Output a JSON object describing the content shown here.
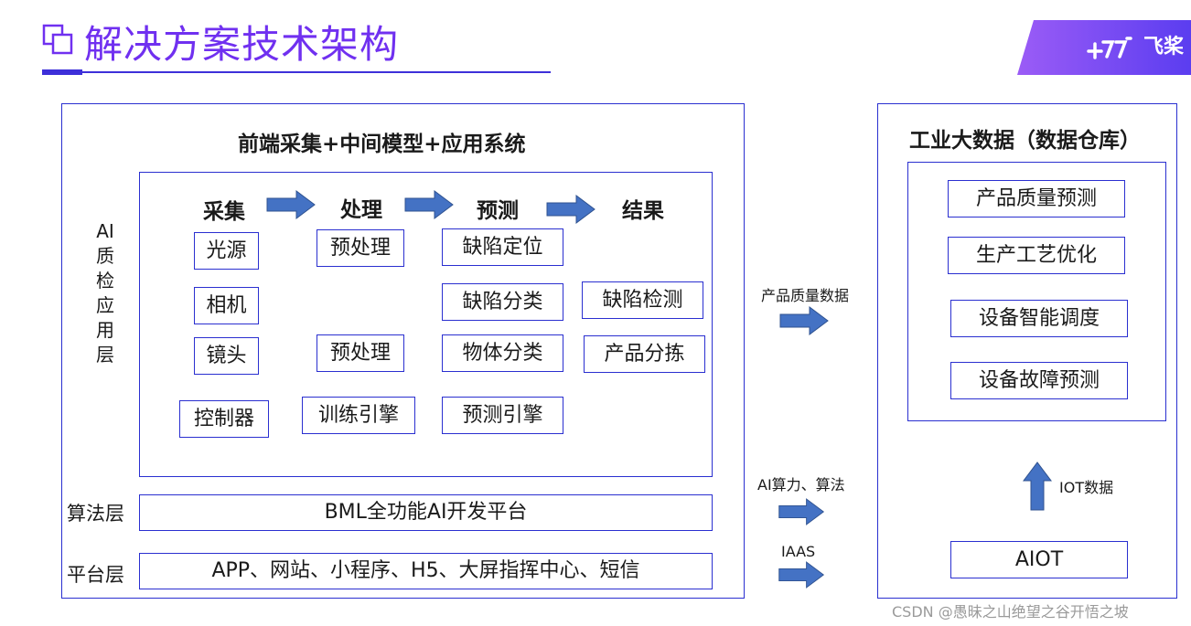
{
  "header": {
    "title": "解决方案技术架构",
    "brand": "飞桨"
  },
  "left_panel": {
    "title": "前端采集+中间模型+应用系统",
    "side_label_chars": [
      "AI",
      "质",
      "检",
      "应",
      "用",
      "层"
    ],
    "stages": [
      "采集",
      "处理",
      "预测",
      "结果"
    ],
    "collect_items": [
      "光源",
      "相机",
      "镜头",
      "控制器"
    ],
    "process_items": [
      "预处理",
      "预处理",
      "训练引擎"
    ],
    "predict_items": [
      "缺陷定位",
      "缺陷分类",
      "物体分类",
      "预测引擎"
    ],
    "result_items": [
      "缺陷检测",
      "产品分拣"
    ],
    "algorithm_layer": {
      "label": "算法层",
      "content": "BML全功能AI开发平台"
    },
    "platform_layer": {
      "label": "平台层",
      "content": "APP、网站、小程序、H5、大屏指挥中心、短信"
    }
  },
  "connectors": {
    "top": "产品质量数据",
    "middle": "AI算力、算法",
    "bottom": "IAAS",
    "iot": "IOT数据"
  },
  "right_panel": {
    "title": "工业大数据（数据仓库）",
    "items": [
      "产品质量预测",
      "生产工艺优化",
      "设备智能调度",
      "设备故障预测"
    ],
    "aiot": "AIOT"
  },
  "watermark": "CSDN @愚昧之山绝望之谷开悟之坡",
  "colors": {
    "title": "#7030f0",
    "border": "#2a2fd0",
    "arrow": "#4472c4",
    "brand_gradient_start": "#9b5cf6",
    "brand_gradient_end": "#5b3df0"
  }
}
